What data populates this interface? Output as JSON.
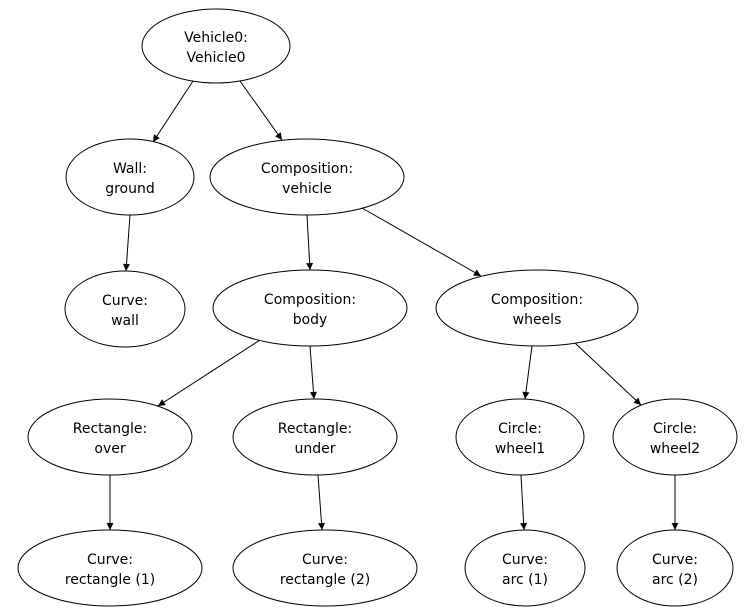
{
  "diagram": {
    "type": "graph-tree",
    "background": "#ffffff",
    "colors": {
      "node_fill": "#ffffff",
      "node_stroke": "#000000",
      "edge": "#000000",
      "text": "#000000"
    },
    "nodes": {
      "vehicle0": {
        "line1": "Vehicle0:",
        "line2": "Vehicle0"
      },
      "wall_ground": {
        "line1": "Wall:",
        "line2": "ground"
      },
      "composition_vehicle": {
        "line1": "Composition:",
        "line2": "vehicle"
      },
      "curve_wall": {
        "line1": "Curve:",
        "line2": "wall"
      },
      "composition_body": {
        "line1": "Composition:",
        "line2": "body"
      },
      "composition_wheels": {
        "line1": "Composition:",
        "line2": "wheels"
      },
      "rectangle_over": {
        "line1": "Rectangle:",
        "line2": "over"
      },
      "rectangle_under": {
        "line1": "Rectangle:",
        "line2": "under"
      },
      "circle_wheel1": {
        "line1": "Circle:",
        "line2": "wheel1"
      },
      "circle_wheel2": {
        "line1": "Circle:",
        "line2": "wheel2"
      },
      "curve_rectangle1": {
        "line1": "Curve:",
        "line2": "rectangle (1)"
      },
      "curve_rectangle2": {
        "line1": "Curve:",
        "line2": "rectangle (2)"
      },
      "curve_arc1": {
        "line1": "Curve:",
        "line2": "arc (1)"
      },
      "curve_arc2": {
        "line1": "Curve:",
        "line2": "arc (2)"
      }
    },
    "edges": [
      {
        "from": "vehicle0",
        "to": "wall_ground"
      },
      {
        "from": "vehicle0",
        "to": "composition_vehicle"
      },
      {
        "from": "wall_ground",
        "to": "curve_wall"
      },
      {
        "from": "composition_vehicle",
        "to": "composition_body"
      },
      {
        "from": "composition_vehicle",
        "to": "composition_wheels"
      },
      {
        "from": "composition_body",
        "to": "rectangle_over"
      },
      {
        "from": "composition_body",
        "to": "rectangle_under"
      },
      {
        "from": "composition_wheels",
        "to": "circle_wheel1"
      },
      {
        "from": "composition_wheels",
        "to": "circle_wheel2"
      },
      {
        "from": "rectangle_over",
        "to": "curve_rectangle1"
      },
      {
        "from": "rectangle_under",
        "to": "curve_rectangle2"
      },
      {
        "from": "circle_wheel1",
        "to": "curve_arc1"
      },
      {
        "from": "circle_wheel2",
        "to": "curve_arc2"
      }
    ]
  }
}
